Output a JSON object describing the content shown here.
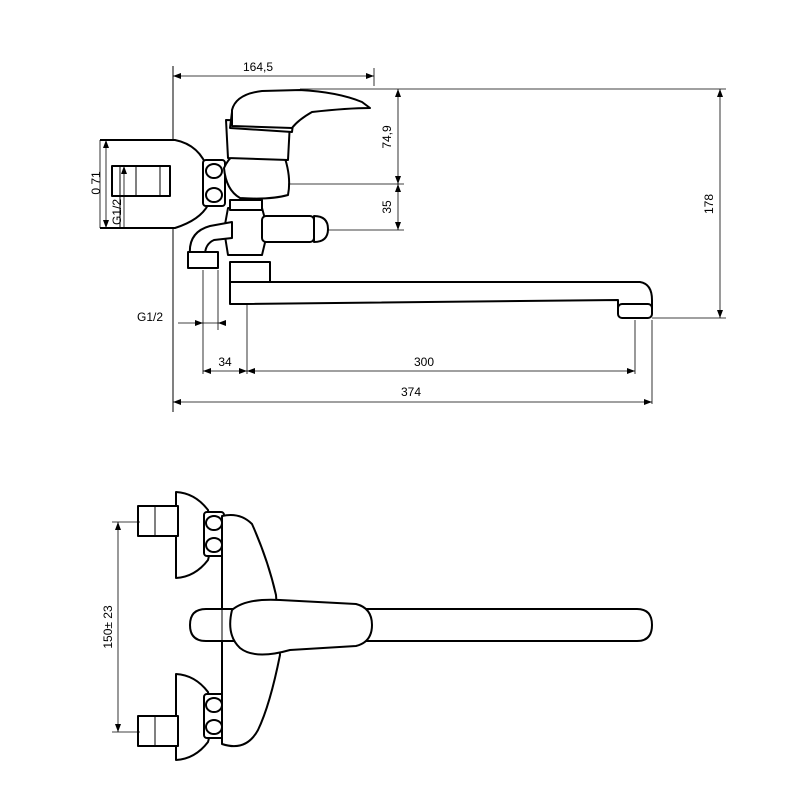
{
  "dimensions": {
    "lever_reach": "164,5",
    "handle_height": "74,9",
    "outlet_offset": "35",
    "overall_height": "178",
    "inlet_offset": "0 71",
    "inlet_thread": "G1/2",
    "diverter_thread": "G1/2",
    "inlet_to_body": "34",
    "spout_reach": "300",
    "overall_length": "374",
    "inlet_spacing": "150± 23"
  }
}
